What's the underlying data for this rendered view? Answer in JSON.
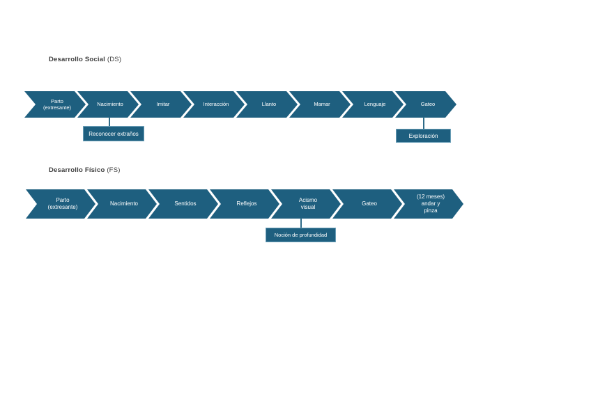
{
  "colors": {
    "background": "#ffffff",
    "shape_fill": "#1e5f7f",
    "callout_border": "#6b9fb8",
    "connector": "#2e6b88",
    "title_color": "#3d3d3d",
    "shape_text": "#ffffff"
  },
  "timelines": [
    {
      "title": "Desarrollo Social",
      "title_suffix": " (DS)",
      "steps": [
        "Parto (extresante)",
        "Nacimiento",
        "Imitar",
        "Interacción",
        "Llanto",
        "Mamar",
        "Lenguaje",
        "Gateo"
      ],
      "callouts": [
        {
          "label": "Reconocer extraños",
          "attached_to": "Nacimiento"
        },
        {
          "label": "Exploración",
          "attached_to": "Gateo"
        }
      ]
    },
    {
      "title": "Desarrollo Físico",
      "title_suffix": " (FS)",
      "steps": [
        "Parto (extresante)",
        "Nacimiento",
        "Sentidos",
        "Reflejos",
        "Acismo visual",
        "Gateo",
        "(12 meses) andar y pinza"
      ],
      "callouts": [
        {
          "label": "Noción de profundidad",
          "attached_to": "Acismo visual"
        }
      ]
    }
  ]
}
